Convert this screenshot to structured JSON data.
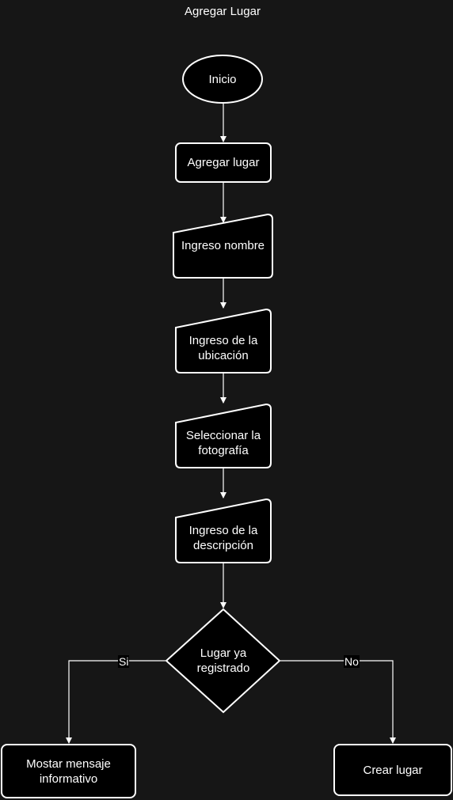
{
  "title": "Agregar Lugar",
  "colors": {
    "background": "#161616",
    "node_fill": "#000000",
    "stroke": "#ffffff",
    "text": "#ffffff"
  },
  "nodes": {
    "start": {
      "shape": "ellipse",
      "label": "Inicio"
    },
    "add_place": {
      "shape": "rounded-rect",
      "label": "Agregar lugar"
    },
    "input_name": {
      "shape": "manual-input",
      "label": "Ingreso nombre"
    },
    "input_location": {
      "shape": "manual-input",
      "label": "Ingreso de la\nubicación"
    },
    "select_photo": {
      "shape": "manual-input",
      "label": "Seleccionar la\nfotografía"
    },
    "input_description": {
      "shape": "manual-input",
      "label": "Ingreso de la\ndescripción"
    },
    "decision": {
      "shape": "diamond",
      "label": "Lugar ya\nregistrado"
    },
    "show_message": {
      "shape": "rounded-rect",
      "label": "Mostar mensaje\ninformativo"
    },
    "create_place": {
      "shape": "rounded-rect",
      "label": "Crear lugar"
    }
  },
  "edges": {
    "yes_label": "Si",
    "no_label": "No"
  }
}
